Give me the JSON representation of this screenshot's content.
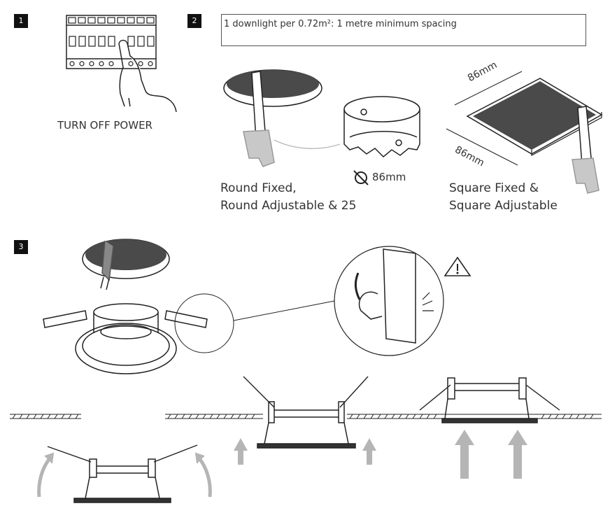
{
  "steps": [
    "1",
    "2",
    "3"
  ],
  "step1": {
    "caption": "TURN OFF POWER"
  },
  "step2": {
    "spacing_note": "1 downlight per 0.72m²: 1 metre minimum spacing",
    "hole_diameter": "86mm",
    "square_top_dim": "86mm",
    "square_side_dim": "86mm",
    "round_caption_line1": "Round Fixed,",
    "round_caption_line2": "Round Adjustable & 25",
    "square_caption_line1": "Square Fixed &",
    "square_caption_line2": "Square Adjustable"
  },
  "step3": {
    "warning_icon": "warning-triangle-icon"
  },
  "colors": {
    "ink": "#222222",
    "dark_fill": "#4a4a4a",
    "arrow": "#b5b5b5",
    "saw": "#c8c8c8"
  }
}
